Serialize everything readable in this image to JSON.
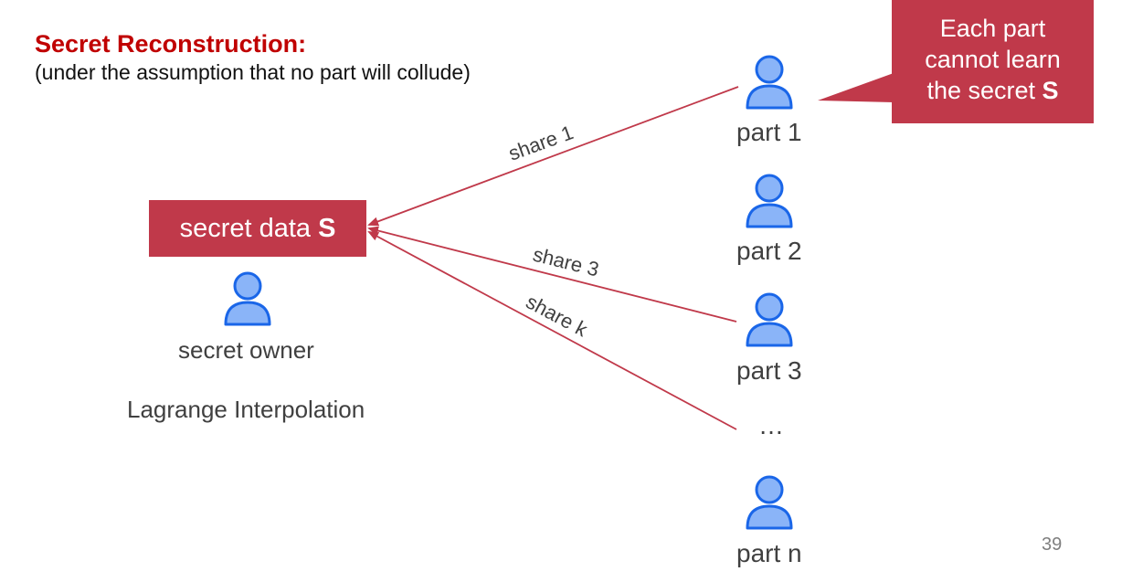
{
  "title": "Secret Reconstruction:",
  "subtitle": "(under the assumption that no part will collude)",
  "secret_box": {
    "text": "secret data",
    "symbol": "S"
  },
  "owner_label": "secret owner",
  "method_label": "Lagrange Interpolation",
  "parts": [
    {
      "label": "part 1"
    },
    {
      "label": "part 2"
    },
    {
      "label": "part 3"
    },
    {
      "label": "part n"
    }
  ],
  "ellipsis": "…",
  "shares": [
    {
      "label": "share 1",
      "from": "part 1"
    },
    {
      "label": "share 3",
      "from": "part 3"
    },
    {
      "label": "share k",
      "from": "…"
    }
  ],
  "callout": {
    "line1": "Each part",
    "line2": "cannot learn",
    "line3_prefix": "the secret",
    "line3_symbol": "S"
  },
  "page_number": "39",
  "colors": {
    "title_red": "#c00000",
    "box_red": "#c0394a",
    "icon_blue": "#4f8ef7",
    "icon_outline": "#1a66e8",
    "arrow_red": "#c0394a"
  }
}
